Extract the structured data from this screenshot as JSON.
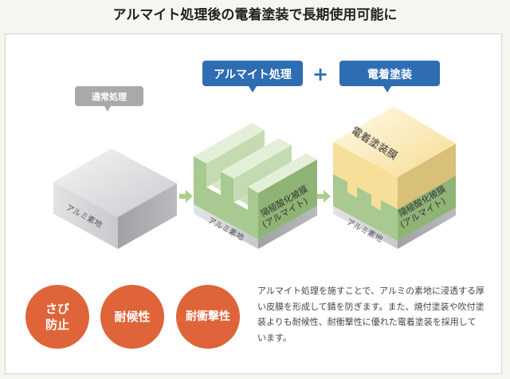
{
  "title": "アルマイト処理後の電着塗装で長期使用可能に",
  "labels": {
    "normal": "通常処理",
    "alumite": "アルマイト処理",
    "plus": "+",
    "ed": "電着塗装"
  },
  "cube_labels": {
    "base": "アルミ素地",
    "anodic1": "陽極酸化被膜",
    "anodic2": "(アルマイト)",
    "coat": "電着塗装膜"
  },
  "badges": [
    {
      "line1": "さび",
      "line2": "防止"
    },
    {
      "line1": "耐候性"
    },
    {
      "line1": "耐衝撃性"
    }
  ],
  "description": "アルマイト処理を施すことで、アルミの素地に浸透する厚い皮膜を形成して錆を防ぎます。また、焼付塗装や吹付塗装よりも耐候性、耐衝撃性に優れた電着塗装を採用しています。",
  "colors": {
    "accent_blue": "#2f6db3",
    "badge_orange": "#df643a",
    "green": "#a9c98f",
    "yellow": "#f7df99"
  }
}
